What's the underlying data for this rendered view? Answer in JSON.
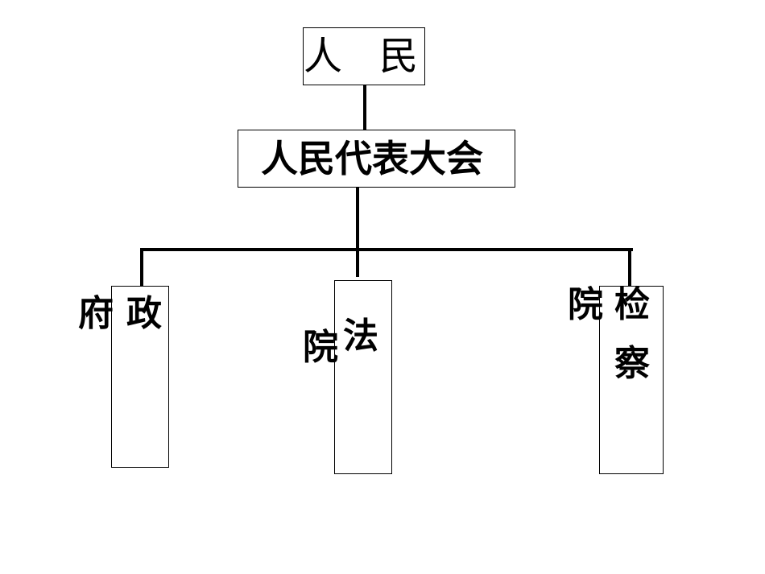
{
  "nodes": {
    "people": {
      "label_a": "人",
      "label_b": "民"
    },
    "congress": {
      "label": "人民代表大会"
    },
    "government": {
      "char_1": "府",
      "char_2": "政"
    },
    "court": {
      "char_1": "院",
      "char_2": "法"
    },
    "procuratorate": {
      "char_1": "院",
      "char_2": "检",
      "char_3": "察"
    }
  }
}
